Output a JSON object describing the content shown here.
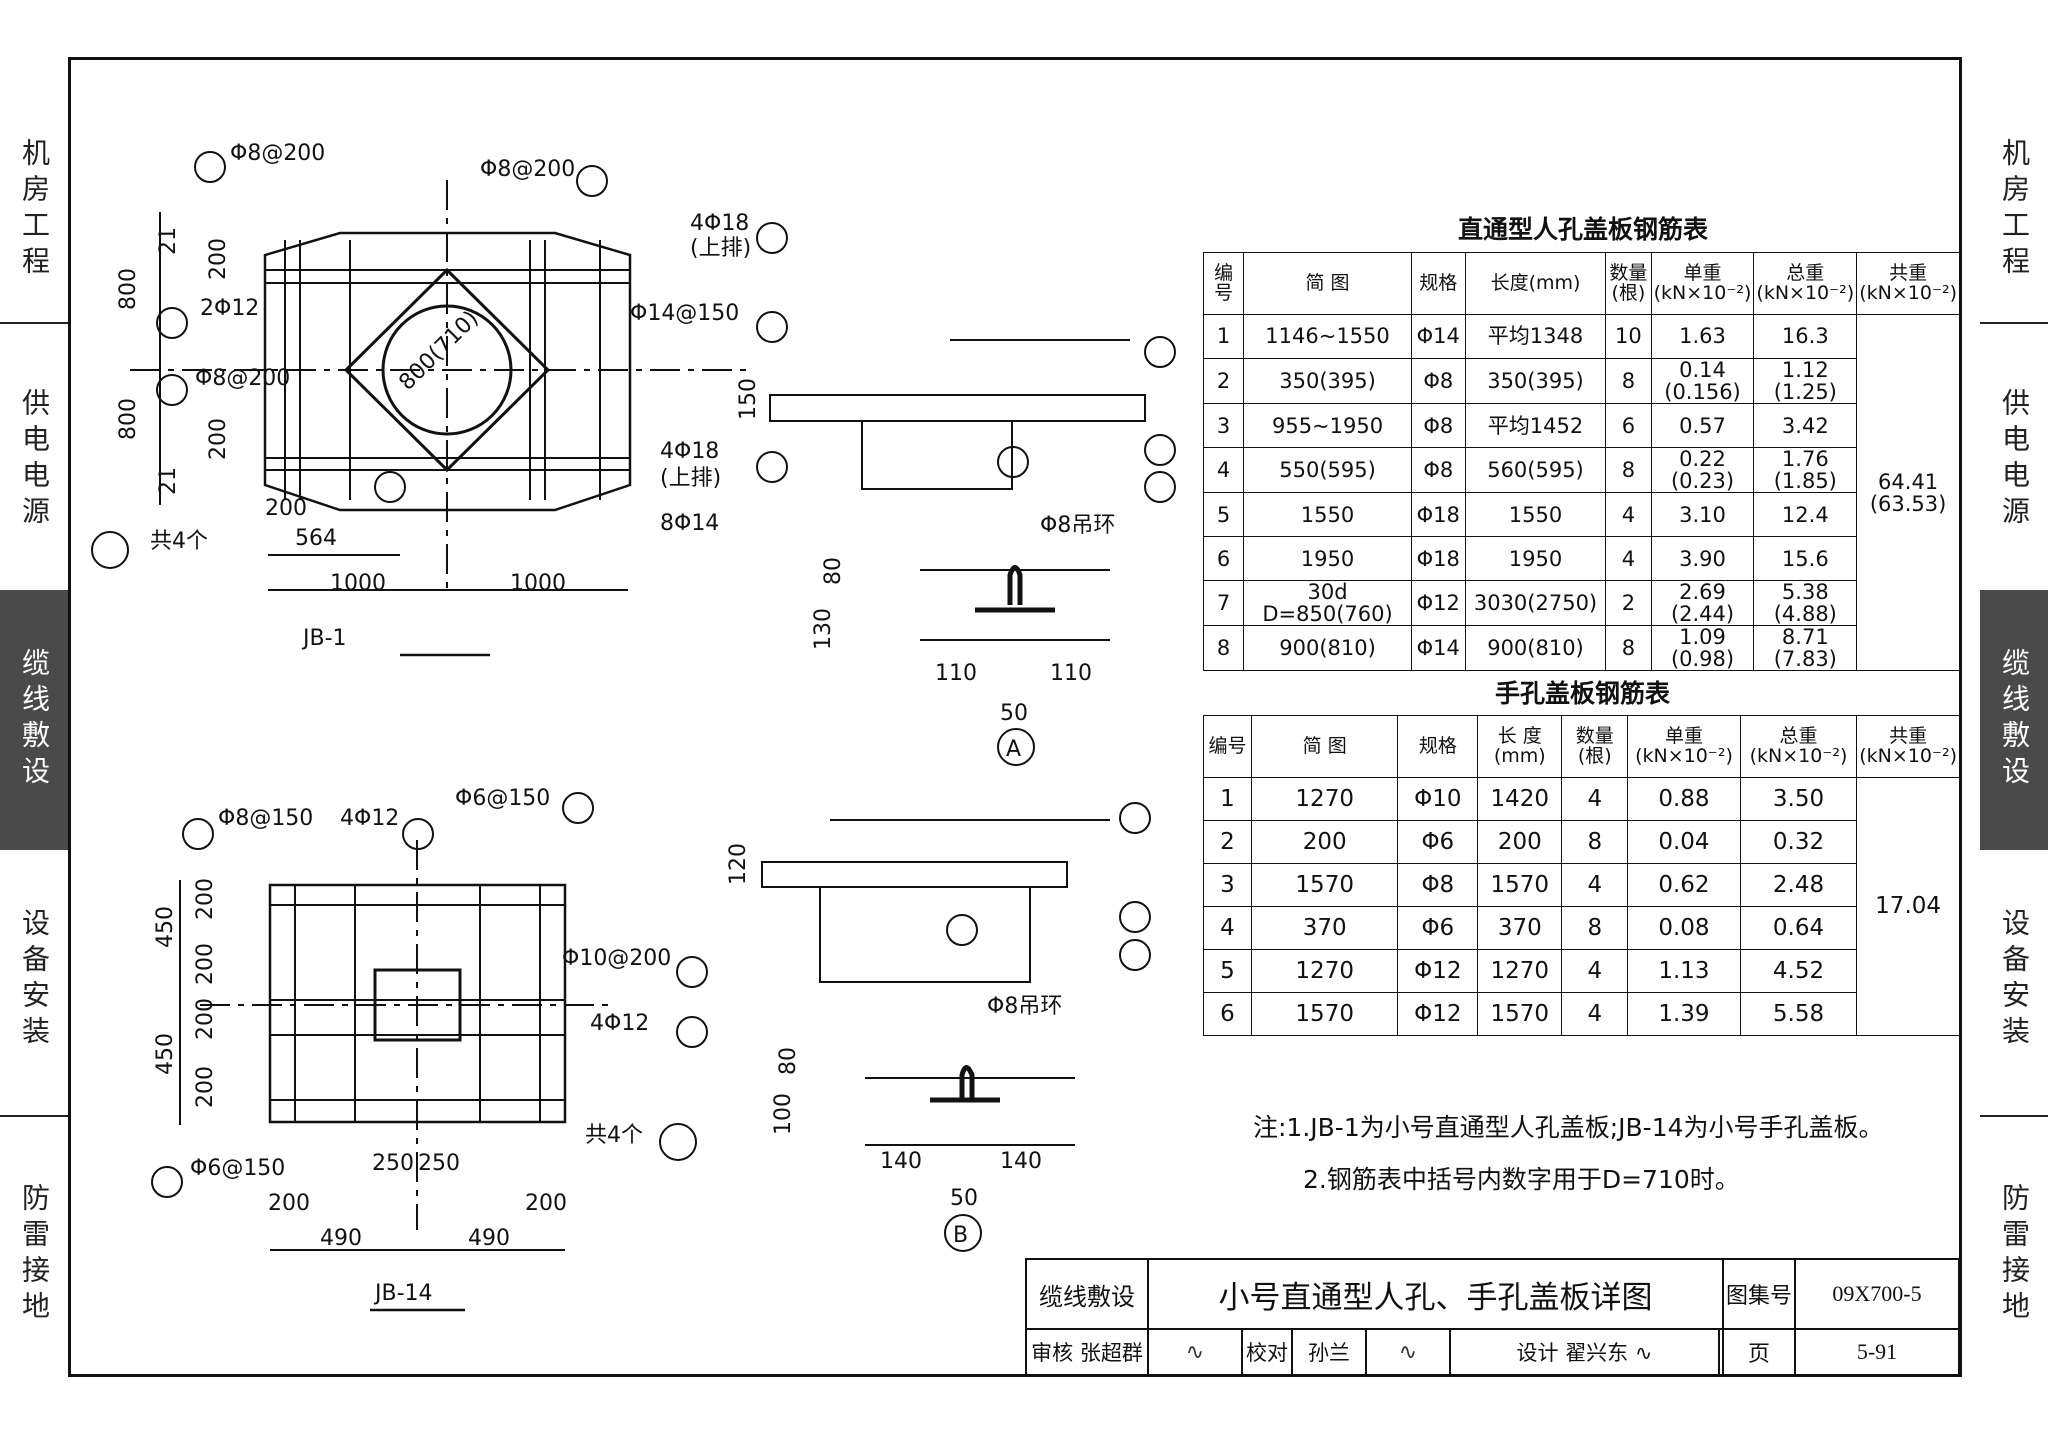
{
  "side_tabs": [
    "机房工程",
    "供电电源",
    "缆线敷设",
    "设备安装",
    "防雷接地"
  ],
  "active_tab": "缆线敷设",
  "jb1": {
    "label": "JB-1",
    "callouts": [
      "Φ8@200",
      "Φ8@200",
      "4Φ18",
      "(上排)",
      "2Φ12",
      "Φ14@150",
      "Φ8@200",
      "4Φ18",
      "(上排)",
      "8Φ14",
      "共4个"
    ],
    "circle_label": "800(710)",
    "dims": [
      "800",
      "800",
      "21",
      "200",
      "200",
      "21",
      "200",
      "564",
      "1000",
      "1000"
    ]
  },
  "section_a": {
    "label": "A",
    "ring": "Φ8吊环",
    "dims": [
      "150",
      "80",
      "130",
      "110",
      "110",
      "50"
    ]
  },
  "jb14": {
    "label": "JB-14",
    "callouts": [
      "Φ8@150",
      "4Φ12",
      "Φ6@150",
      "Φ10@200",
      "4Φ12",
      "Φ6@150",
      "共4个"
    ],
    "dims": [
      "450",
      "200",
      "200",
      "450",
      "200",
      "200",
      "250",
      "250",
      "200",
      "200",
      "490",
      "490"
    ]
  },
  "section_b": {
    "label": "B",
    "ring": "Φ8吊环",
    "dims": [
      "120",
      "80",
      "100",
      "140",
      "140",
      "50"
    ]
  },
  "table1": {
    "title": "直通型人孔盖板钢筋表",
    "headers": [
      "编号",
      "简 图",
      "规格",
      "长度(mm)",
      "数量(根)",
      "单重(kN×10⁻²)",
      "总重(kN×10⁻²)",
      "共重(kN×10⁻²)"
    ],
    "rows": [
      [
        "1",
        "1146~1550",
        "Φ14",
        "平均1348",
        "10",
        "1.63",
        "16.3"
      ],
      [
        "2",
        "350(395)",
        "Φ8",
        "350(395)",
        "8",
        "0.14 (0.156)",
        "1.12 (1.25)"
      ],
      [
        "3",
        "955~1950",
        "Φ8",
        "平均1452",
        "6",
        "0.57",
        "3.42"
      ],
      [
        "4",
        "550(595)",
        "Φ8",
        "560(595)",
        "8",
        "0.22 (0.23)",
        "1.76 (1.85)"
      ],
      [
        "5",
        "1550",
        "Φ18",
        "1550",
        "4",
        "3.10",
        "12.4"
      ],
      [
        "6",
        "1950",
        "Φ18",
        "1950",
        "4",
        "3.90",
        "15.6"
      ],
      [
        "7",
        "30d D=850(760)",
        "Φ12",
        "3030(2750)",
        "2",
        "2.69 (2.44)",
        "5.38 (4.88)"
      ],
      [
        "8",
        "900(810)",
        "Φ14",
        "900(810)",
        "8",
        "1.09 (0.98)",
        "8.71 (7.83)"
      ]
    ],
    "total": "64.41 (63.53)"
  },
  "table2": {
    "title": "手孔盖板钢筋表",
    "headers": [
      "编号",
      "简 图",
      "规格",
      "长 度(mm)",
      "数量(根)",
      "单重(kN×10⁻²)",
      "总重(kN×10⁻²)",
      "共重(kN×10⁻²)"
    ],
    "rows": [
      [
        "1",
        "1270",
        "Φ10",
        "1420",
        "4",
        "0.88",
        "3.50"
      ],
      [
        "2",
        "200",
        "Φ6",
        "200",
        "8",
        "0.04",
        "0.32"
      ],
      [
        "3",
        "1570",
        "Φ8",
        "1570",
        "4",
        "0.62",
        "2.48"
      ],
      [
        "4",
        "370",
        "Φ6",
        "370",
        "8",
        "0.08",
        "0.64"
      ],
      [
        "5",
        "1270",
        "Φ12",
        "1270",
        "4",
        "1.13",
        "4.52"
      ],
      [
        "6",
        "1570",
        "Φ12",
        "1570",
        "4",
        "1.39",
        "5.58"
      ]
    ],
    "total": "17.04"
  },
  "notes": [
    "注:1.JB-1为小号直通型人孔盖板;JB-14为小号手孔盖板。",
    "2.钢筋表中括号内数字用于D=710时。"
  ],
  "title_block": {
    "category": "缆线敷设",
    "title": "小号直通型人孔、手孔盖板详图",
    "atlas_label": "图集号",
    "atlas_no": "09X700-5",
    "review_label": "审核",
    "reviewer": "张超群",
    "check_label": "校对",
    "checker": "孙兰",
    "design_label": "设计",
    "designer": "翟兴东",
    "page_label": "页",
    "page_no": "5-91"
  }
}
